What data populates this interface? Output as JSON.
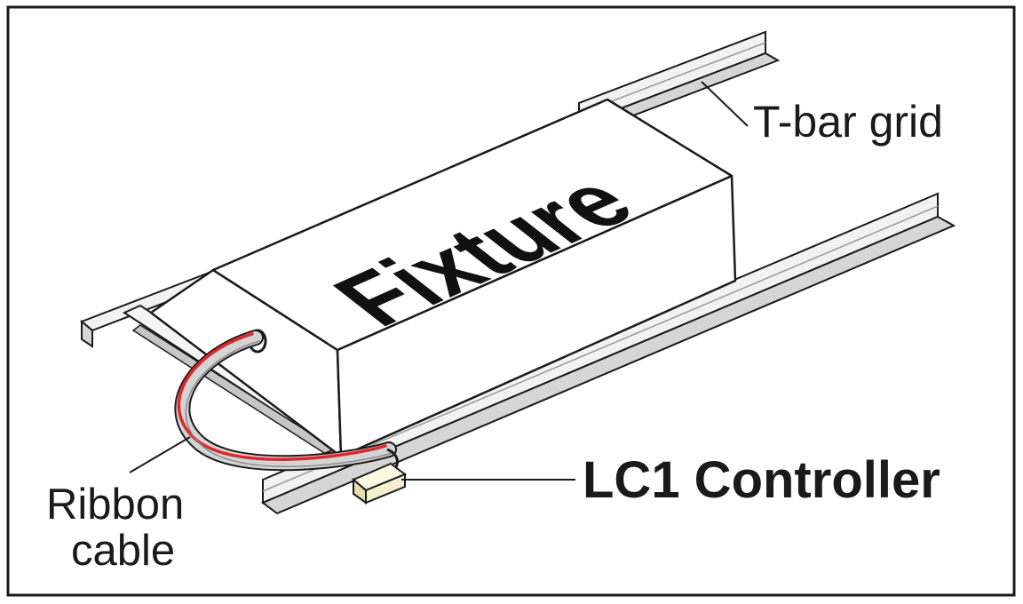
{
  "diagram": {
    "fixture_label": "Fixture",
    "labels": {
      "t_bar_grid": "T-bar grid",
      "ribbon_cable_line1": "Ribbon",
      "ribbon_cable_line2": "cable",
      "lc1_controller": "LC1 Controller"
    },
    "colors": {
      "outline": "#1a1a1a",
      "grid_light": "#f2f2f2",
      "grid_shade": "#bdbdbd",
      "fixture_top": "#ffffff",
      "cable_red": "#e0282c",
      "cable_gray": "#c8c8c8",
      "controller_body": "#f4efcf"
    }
  }
}
